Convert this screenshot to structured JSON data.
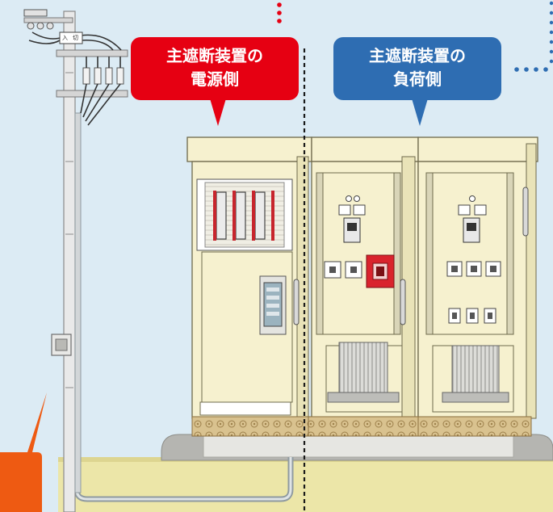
{
  "callouts": {
    "power_side": {
      "line1": "主遮断装置の",
      "line2": "電源側",
      "color": "#e60012"
    },
    "load_side": {
      "line1": "主遮断装置の",
      "line2": "負荷側",
      "color": "#2e6db2"
    }
  },
  "switch_labels": {
    "on": "入",
    "off": "切"
  },
  "colors": {
    "background": "#dcebf4",
    "ground": "#ece6a8",
    "cabinet": "#f6f1cf",
    "breaker_red": "#d9232d",
    "accent_orange": "#ee5a12"
  }
}
